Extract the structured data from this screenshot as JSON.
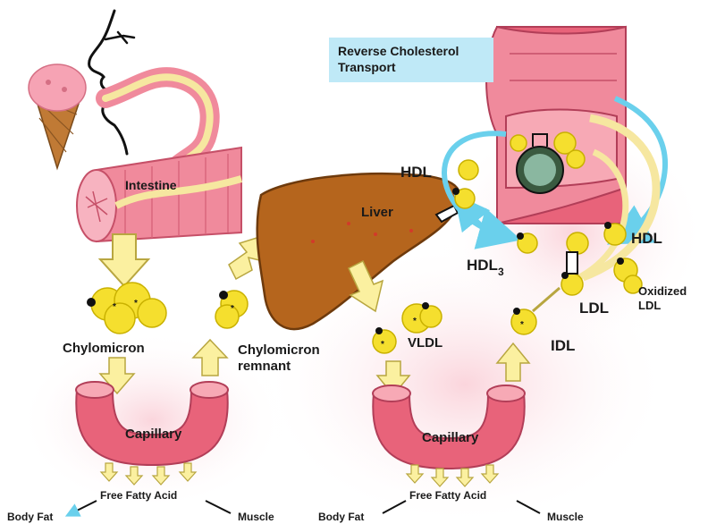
{
  "title_box": {
    "line1": "Reverse Cholesterol",
    "line2": "Transport"
  },
  "labels": {
    "intestine": "Intestine",
    "liver": "Liver",
    "hdl_top": "HDL",
    "hdl_right": "HDL",
    "hdl3_main": "HDL",
    "hdl3_sub": "3",
    "oxidized_line1": "Oxidized",
    "oxidized_line2": "LDL",
    "ldl": "LDL",
    "idl": "IDL",
    "vldl": "VLDL",
    "chylomicron": "Chylomicron",
    "remnant_line1": "Chylomicron",
    "remnant_line2": "remnant",
    "capillary_left": "Capillary",
    "capillary_right": "Capillary",
    "ffa_left": "Free Fatty Acid",
    "ffa_right": "Free Fatty Acid",
    "body_fat_left": "Body Fat",
    "muscle_left": "Muscle",
    "body_fat_right": "Body Fat",
    "muscle_right": "Muscle"
  },
  "colors": {
    "vessel": "#e8637a",
    "vessel_light": "#f7a9b5",
    "liver": "#b5651d",
    "lipo": "#f5df2e",
    "arrow_fill": "#fbf0a0",
    "arrow_stroke": "#b8a640",
    "blue": "#6ad0ec",
    "title_bg": "#bfe9f7"
  }
}
